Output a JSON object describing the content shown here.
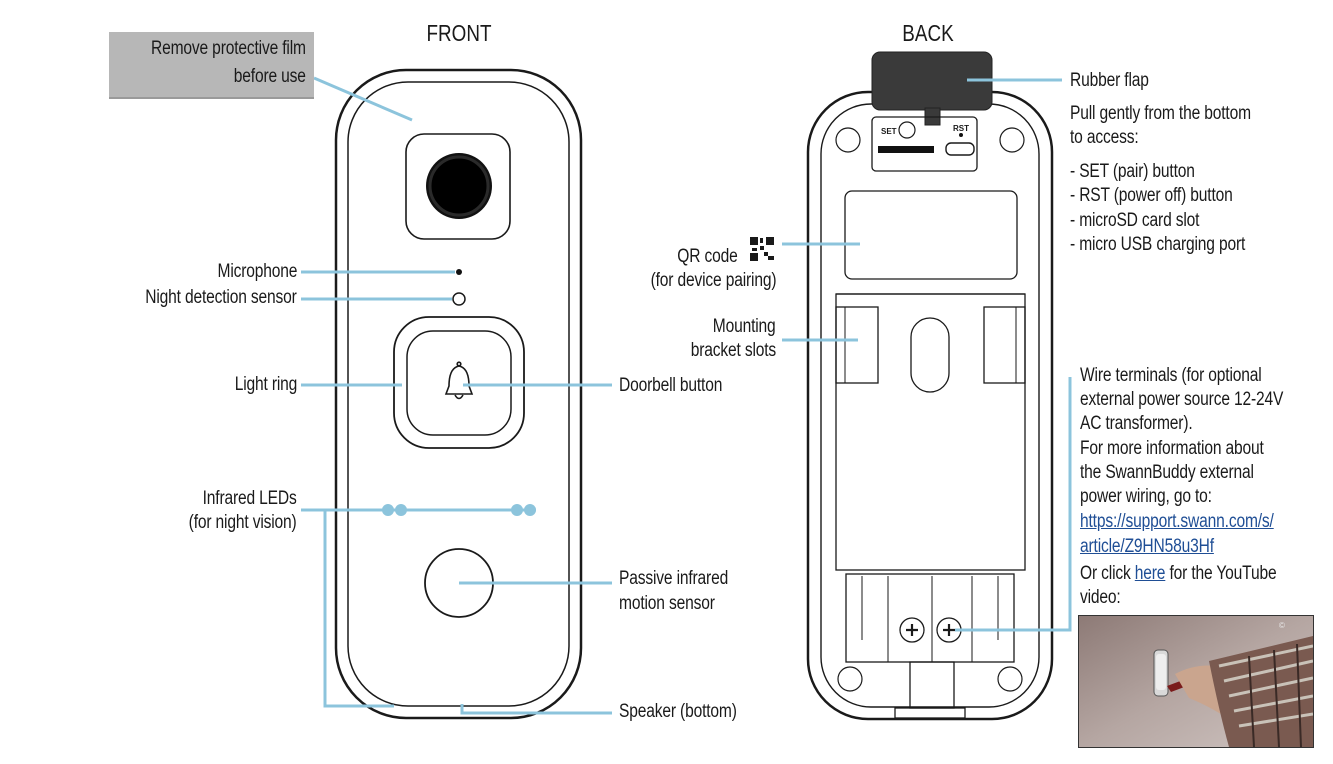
{
  "headers": {
    "front": "FRONT",
    "back": "BACK"
  },
  "front": {
    "film_line1": "Remove protective film",
    "film_line2": "before use",
    "microphone": "Microphone",
    "night_sensor": "Night detection sensor",
    "light_ring": "Light ring",
    "doorbell_button": "Doorbell button",
    "infrared_line1": "Infrared LEDs",
    "infrared_line2": "(for night vision)",
    "pir_line1": "Passive infrared",
    "pir_line2": "motion sensor",
    "speaker": "Speaker (bottom)"
  },
  "back": {
    "set_label": "SET",
    "rst_label": "RST",
    "qr_line1": "QR code",
    "qr_line2": "(for device pairing)",
    "bracket_line1": "Mounting",
    "bracket_line2": "bracket slots",
    "rubber_flap": "Rubber flap",
    "flap_desc_line1": "Pull gently from the bottom",
    "flap_desc_line2": "to access:",
    "flap_items": [
      "- SET (pair) button",
      "- RST (power off) button",
      "- microSD card slot",
      "- micro USB charging port"
    ],
    "wire_lines": [
      "Wire terminals (for optional",
      "external power source 12-24V",
      "AC transformer).",
      "For more information about",
      "the SwannBuddy external",
      "power wiring, go to:"
    ],
    "url_line1": "https://support.swann.com/s/",
    "url_line2": "article/Z9HN58u3Hf",
    "or_click": "Or click ",
    "here": "here",
    "for_youtube": " for the YouTube",
    "video": "video:"
  },
  "colors": {
    "leader": "#8cc4dc",
    "outline": "#1a1a1a",
    "film": "#b7b7b7",
    "link": "#1f4e95"
  },
  "video_thumbnail": {
    "icon": "video-thumbnail-photo"
  }
}
